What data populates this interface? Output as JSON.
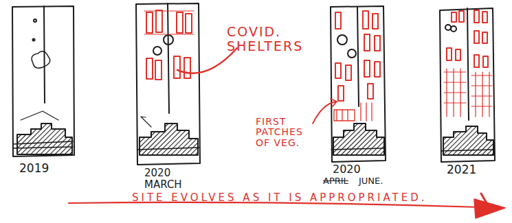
{
  "diagram": {
    "labels": [
      "2019",
      "2020 MARCH",
      "COVID. SHELTERS",
      "FIRST PATCHES OF VEG.",
      "2020",
      "APRIL",
      "JUNE.",
      "2021",
      "SITE EVOLVES AS IT IS APPROPRIATED."
    ]
  }
}
